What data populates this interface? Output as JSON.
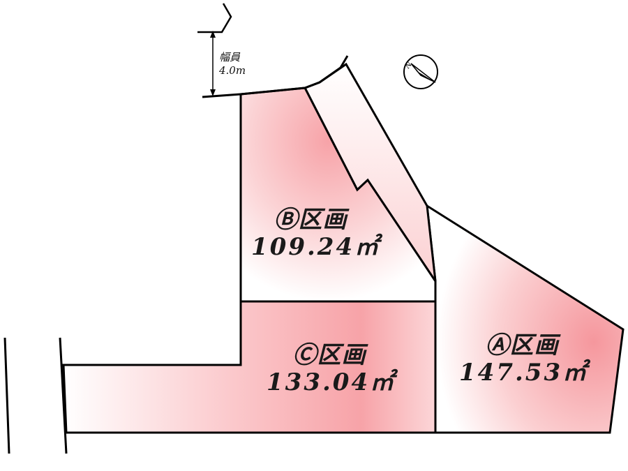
{
  "colors": {
    "lot_fill_strong": "#f7a3a8",
    "lot_fill_light": "#ffffff",
    "outline": "#000000"
  },
  "road": {
    "label": "幅員",
    "width": "4.0m"
  },
  "compass": {
    "letter": "N"
  },
  "lots": [
    {
      "id": "A",
      "name": "Ⓐ区画",
      "area": "147.53㎡"
    },
    {
      "id": "B",
      "name": "Ⓑ区画",
      "area": "109.24㎡"
    },
    {
      "id": "C",
      "name": "Ⓒ区画",
      "area": "133.04㎡"
    }
  ]
}
